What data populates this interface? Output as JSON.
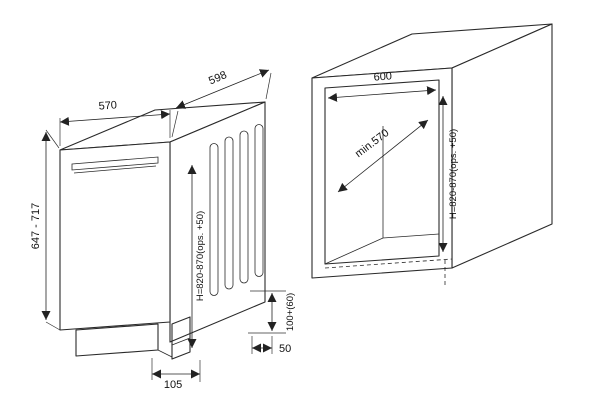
{
  "page": {
    "background": "#ffffff",
    "line_color": "#2a2a2a"
  },
  "dishwasher": {
    "top_width": "570",
    "top_depth": "598",
    "height_range": "647 - 717",
    "install_height": "H=820-870(ops. +50)",
    "plinth_recess": "105",
    "rear_clearance": "50",
    "base_height": "100+(60)"
  },
  "niche": {
    "width": "600",
    "depth": "min.570",
    "height": "H=820-870(ops. +50)"
  }
}
